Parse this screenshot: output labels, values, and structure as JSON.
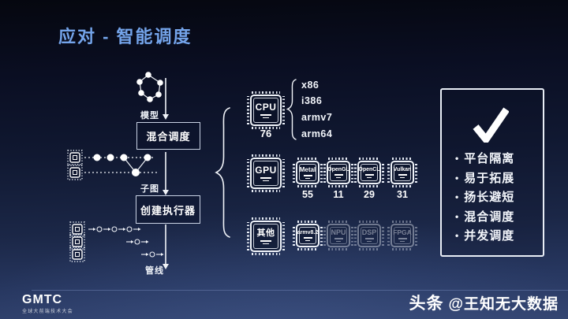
{
  "title": "应对 - 智能调度",
  "flow": {
    "model_label": "模型",
    "hybrid_box": "混合调度",
    "subgraph_label": "子图",
    "executor_box": "创建执行器",
    "pipeline_label": "管线"
  },
  "cpu": {
    "label": "CPU",
    "count": "76",
    "archs": [
      "x86",
      "i386",
      "armv7",
      "arm64"
    ]
  },
  "gpu": {
    "label": "GPU",
    "backends": [
      {
        "name": "Metal",
        "count": "55"
      },
      {
        "name": "OpenGL",
        "count": "11"
      },
      {
        "name": "OpenCL",
        "count": "29"
      },
      {
        "name": "Vulkan",
        "count": "31"
      }
    ]
  },
  "other": {
    "label": "其他",
    "backends": [
      {
        "name": "armv8.2",
        "dimmed": false
      },
      {
        "name": "NPU",
        "dimmed": true
      },
      {
        "name": "DSP",
        "dimmed": true
      },
      {
        "name": "FPGA",
        "dimmed": true
      }
    ]
  },
  "benefits": {
    "icon": "check-icon",
    "items": [
      "平台隔离",
      "易于拓展",
      "扬长避短",
      "混合调度",
      "并发调度"
    ],
    "bullet": "•"
  },
  "footer": {
    "logo": "GMTC",
    "logo_sub": "全球大前端技术大会",
    "watermark_brand": "头条",
    "watermark_handle": "@王知无大数据"
  },
  "colors": {
    "title_accent": "#74a4ea",
    "background_top": "#05070f",
    "background_bottom": "#334470",
    "line_white": "#f0f3f8"
  }
}
